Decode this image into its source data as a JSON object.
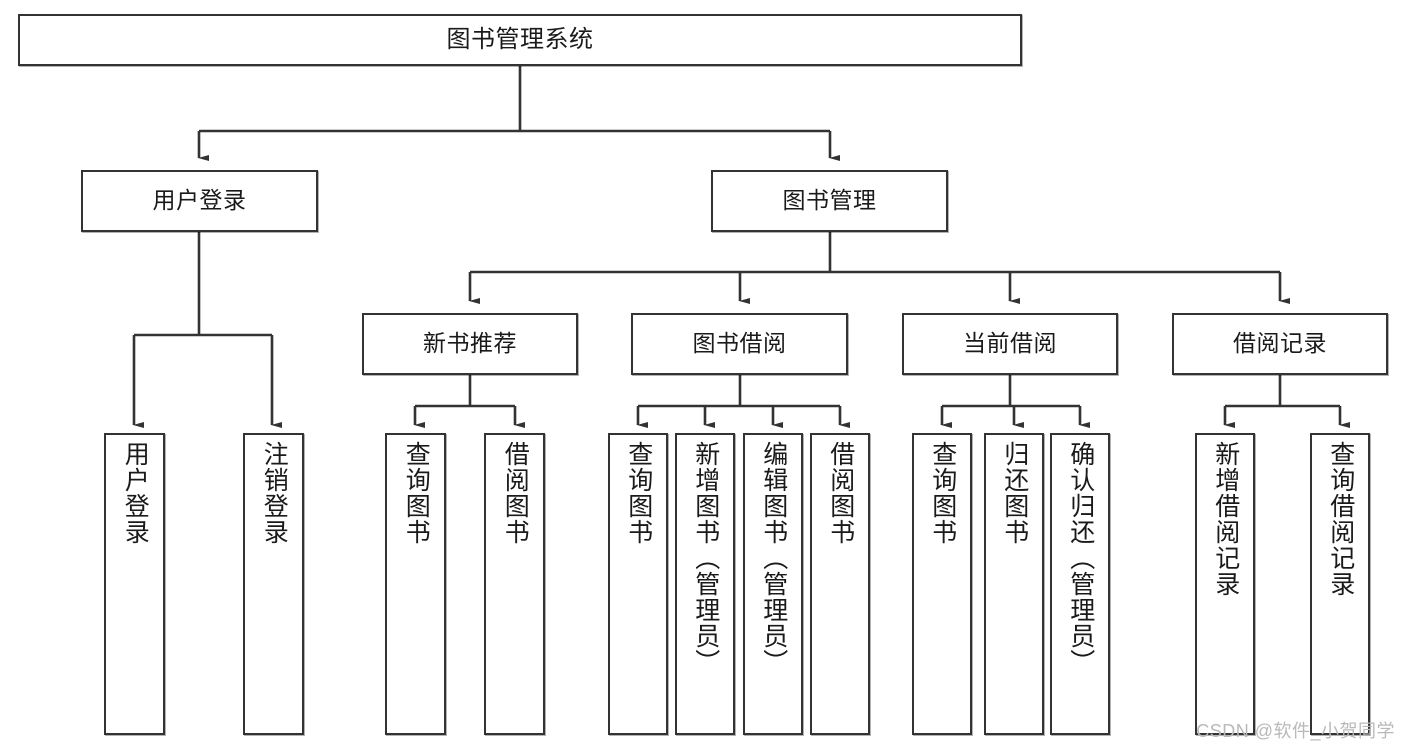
{
  "diagram": {
    "title": "图书管理系统",
    "type": "tree",
    "orientation": "top-down",
    "line_color": "#333333",
    "box_border_color": "#333333",
    "box_fill_color": "#ffffff",
    "text_color": "#1a1a1a",
    "watermark": "CSDN @软件_小贺同学",
    "watermark_color": "#b9b9b9"
  },
  "nodes": {
    "root": {
      "label": "图书管理系统",
      "level": 0
    },
    "level1": [
      {
        "id": "user-login",
        "label": "用户登录"
      },
      {
        "id": "book-management",
        "label": "图书管理"
      }
    ],
    "level2": [
      {
        "id": "new-book-recommend",
        "label": "新书推荐",
        "parent": "book-management"
      },
      {
        "id": "book-borrow",
        "label": "图书借阅",
        "parent": "book-management"
      },
      {
        "id": "current-borrow",
        "label": "当前借阅",
        "parent": "book-management"
      },
      {
        "id": "borrow-record",
        "label": "借阅记录",
        "parent": "book-management"
      }
    ],
    "leaves": [
      {
        "id": "leaf-user-login",
        "label": "用户登录",
        "parent": "user-login"
      },
      {
        "id": "leaf-logout-login",
        "label": "注销登录",
        "parent": "user-login"
      },
      {
        "id": "leaf-query-book-1",
        "label": "查询图书",
        "parent": "new-book-recommend"
      },
      {
        "id": "leaf-borrow-book-1",
        "label": "借阅图书",
        "parent": "new-book-recommend"
      },
      {
        "id": "leaf-query-book-2",
        "label": "查询图书",
        "parent": "book-borrow"
      },
      {
        "id": "leaf-add-book",
        "label": "新增图书（管理员）",
        "parent": "book-borrow"
      },
      {
        "id": "leaf-edit-book",
        "label": "编辑图书（管理员）",
        "parent": "book-borrow"
      },
      {
        "id": "leaf-borrow-book-2",
        "label": "借阅图书",
        "parent": "book-borrow"
      },
      {
        "id": "leaf-query-book-3",
        "label": "查询图书",
        "parent": "current-borrow"
      },
      {
        "id": "leaf-return-book",
        "label": "归还图书",
        "parent": "current-borrow"
      },
      {
        "id": "leaf-confirm-return",
        "label": "确认归还（管理员）",
        "parent": "current-borrow"
      },
      {
        "id": "leaf-add-record",
        "label": "新增借阅记录",
        "parent": "borrow-record"
      },
      {
        "id": "leaf-query-record",
        "label": "查询借阅记录",
        "parent": "borrow-record"
      }
    ]
  }
}
